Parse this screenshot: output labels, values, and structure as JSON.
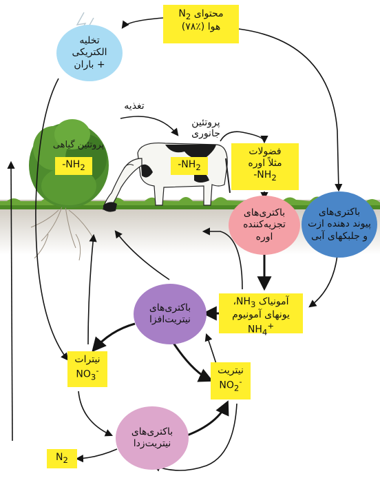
{
  "colors": {
    "yellow_box": "#ffef2c",
    "electric_circle": "#a9dcf4",
    "decomposer_circle": "#f4a0a6",
    "nitrogen_fixing_circle": "#4a86c8",
    "nitrifying_circle": "#a77fc6",
    "denitrifying_circle": "#dda7cc",
    "ground": "#d7d2c8",
    "grass": "#6aa637",
    "arrow": "#141414"
  },
  "icons": [
    "cow-illustration",
    "shrub-illustration",
    "grass-strip",
    "roots-illustration",
    "lightning-sketch"
  ],
  "atmosphere": {
    "line1_prefix": "محتوای ",
    "n2": "N2",
    "line2": "هوا (٪۷۸)"
  },
  "electric": {
    "line1": "تخلیه",
    "line2": "الکتریکی",
    "line3": "+ باران"
  },
  "feeding_label": "تغذیه",
  "plant_protein": {
    "label": "پروتئین گیاهی",
    "group": "-NH2"
  },
  "animal_protein": {
    "line1": "پروتئین",
    "line2": "جانوری",
    "group": "-NH2"
  },
  "waste": {
    "line1": "فضولات",
    "line2": "مثلاً اوره",
    "line3": "-NH2"
  },
  "decomposers": {
    "line1": "باکتری‌های",
    "line2": "تجزیه‌کننده",
    "line3": "اوره"
  },
  "nitrogen_fixers": {
    "line1": "باکتری‌های",
    "line2": "پیوند دهنده ازت",
    "line3": "و جلبکهای آبی"
  },
  "ammonium": {
    "line1_text": "آمونیاک",
    "line1_formula": "NH3",
    "line1_suffix": "،",
    "line2_text": "یونهای آمونیوم",
    "line2_formula": "NH4+"
  },
  "nitrifiers": {
    "line1": "باکتری‌های",
    "line2": "نیتریت‌افزا"
  },
  "nitrate": {
    "label": "نیترات",
    "formula": "NO3-"
  },
  "nitrite": {
    "label": "نیتریت",
    "formula": "NO2-"
  },
  "denitrifiers": {
    "line1": "باکتری‌های",
    "line2": "نیتریت‌زدا"
  },
  "n2_out": "N2"
}
